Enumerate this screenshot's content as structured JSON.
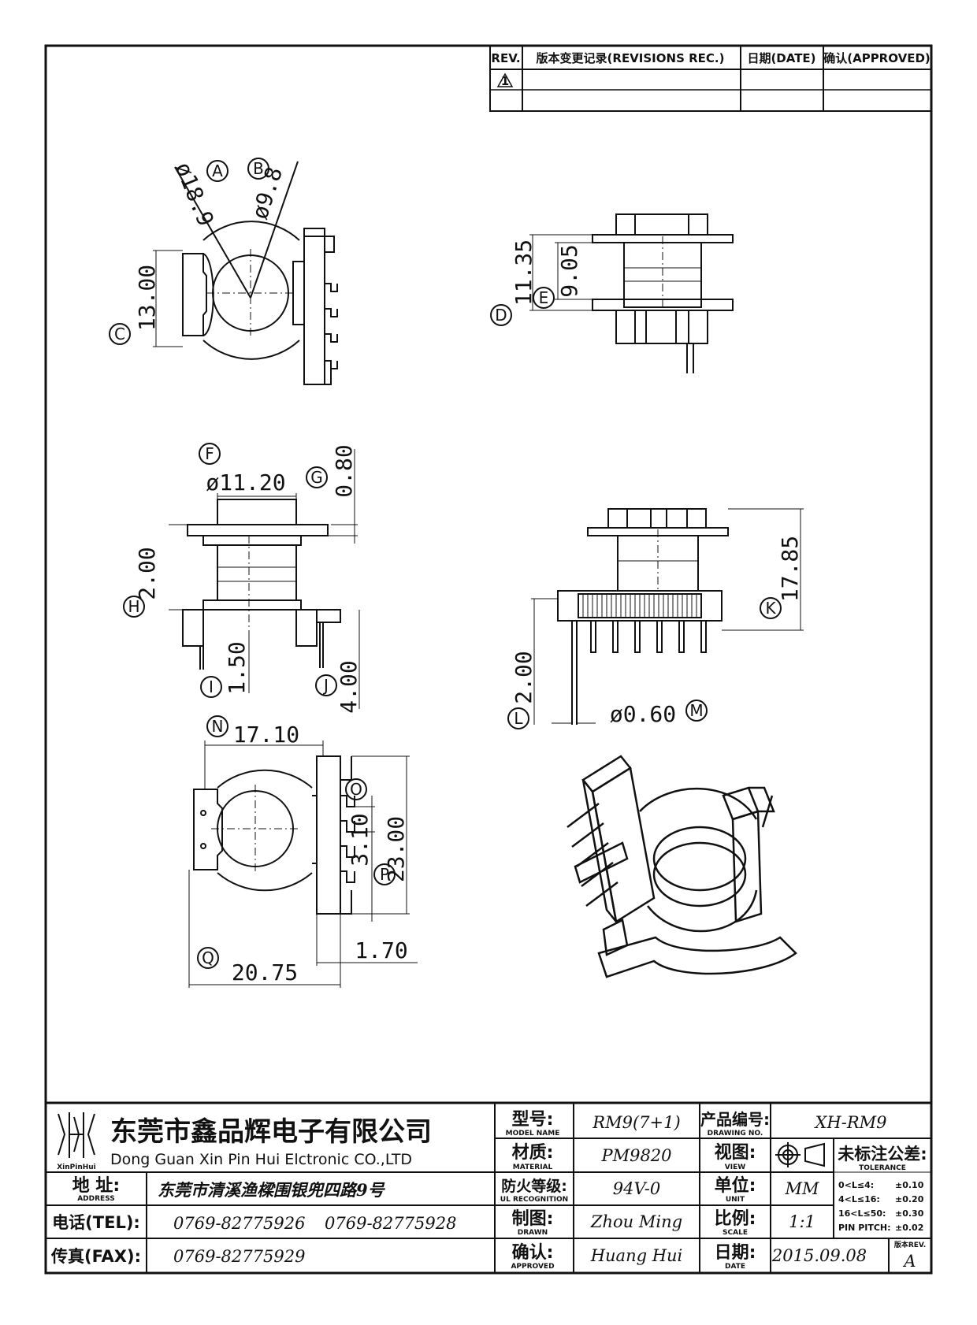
{
  "revision_table": {
    "headers": [
      "REV.",
      "版本变更记录(REVISIONS REC.)",
      "日期(DATE)",
      "确认(APPROVED)"
    ],
    "rows": [
      [
        "1",
        "",
        "",
        ""
      ],
      [
        "",
        "",
        "",
        ""
      ]
    ]
  },
  "dimensions": {
    "A": "ø18.9",
    "B": "ø9.8",
    "C": "13.00",
    "D": "11.35",
    "E": "9.05",
    "F": "ø11.20",
    "G": "0.80",
    "H": "2.00",
    "I": "1.50",
    "J": "4.00",
    "K": "17.85",
    "L": "2.00",
    "M": "ø0.60",
    "N": "17.10",
    "O": "3.10",
    "P": "23.00",
    "Q": "20.75",
    "R": "1.70"
  },
  "callouts": [
    "A",
    "B",
    "C",
    "D",
    "E",
    "F",
    "G",
    "H",
    "I",
    "J",
    "K",
    "L",
    "M",
    "N",
    "O",
    "P",
    "Q"
  ],
  "title_block": {
    "company_cn": "东莞市鑫品辉电子有限公司",
    "company_en": "Dong Guan Xin Pin Hui Elctronic CO.,LTD",
    "logo_text": "XinPinHui",
    "address_label_cn": "地  址:",
    "address_label_en": "ADDRESS",
    "address": "东莞市清溪渔樑围银兜四路9号",
    "tel_label": "电话(TEL):",
    "tel1": "0769-82775926",
    "tel2": "0769-82775928",
    "fax_label": "传真(FAX):",
    "fax": "0769-82775929",
    "model_label_cn": "型号:",
    "model_label_en": "MODEL NAME",
    "model": "RM9(7+1)",
    "material_label_cn": "材质:",
    "material_label_en": "MATERIAL",
    "material": "PM9820",
    "ul_label_cn": "防火等级:",
    "ul_label_en": "UL RECOGNITION",
    "ul": "94V-0",
    "drawn_label_cn": "制图:",
    "drawn_label_en": "DRAWN",
    "drawn": "Zhou Ming",
    "approved_label_cn": "确认:",
    "approved_label_en": "APPROVED",
    "approved": "Huang Hui",
    "drawing_no_label_cn": "产品编号:",
    "drawing_no_label_en": "DRAWING NO.",
    "drawing_no": "XH-RM9",
    "view_label_cn": "视图:",
    "view_label_en": "VIEW",
    "unit_label_cn": "单位:",
    "unit_label_en": "UNIT",
    "unit": "MM",
    "scale_label_cn": "比例:",
    "scale_label_en": "SCALE",
    "scale": "1:1",
    "date_label_cn": "日期:",
    "date_label_en": "DATE",
    "date": "2015.09.08",
    "tolerance_label_cn": "未标注公差:",
    "tolerance_label_en": "TOLERANCE",
    "tolerances": [
      {
        "range": "0<L≤4:",
        "value": "±0.10"
      },
      {
        "range": "4<L≤16:",
        "value": "±0.20"
      },
      {
        "range": "16<L≤50:",
        "value": "±0.30"
      },
      {
        "range": "PIN PITCH:",
        "value": "±0.02"
      }
    ],
    "version_label": "版本REV.",
    "version": "A"
  }
}
